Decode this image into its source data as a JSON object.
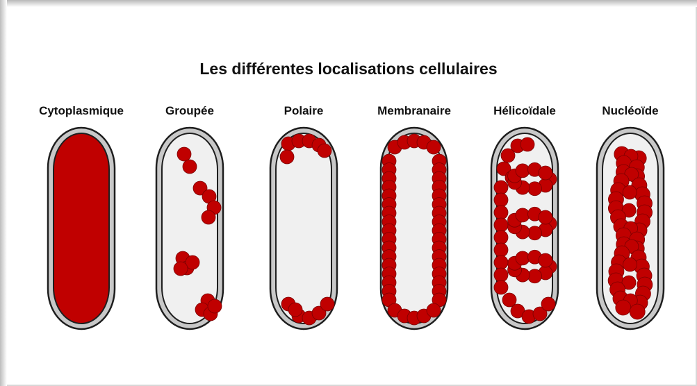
{
  "diagram": {
    "title": "Les différentes localisations cellulaires",
    "cells": [
      {
        "label": "Cytoplasmique",
        "pattern": "filled"
      },
      {
        "label": "Groupée",
        "pattern": "clusters"
      },
      {
        "label": "Polaire",
        "pattern": "poles"
      },
      {
        "label": "Membranaire",
        "pattern": "ring"
      },
      {
        "label": "Hélicoïdale",
        "pattern": "helix"
      },
      {
        "label": "Nucléoïde",
        "pattern": "nucleoid"
      }
    ]
  },
  "colors": {
    "protein": "#c00000",
    "membrane_outer": "#c8c8c8",
    "cytoplasm": "#f0f0f0",
    "outline": "#1e1e1e"
  }
}
